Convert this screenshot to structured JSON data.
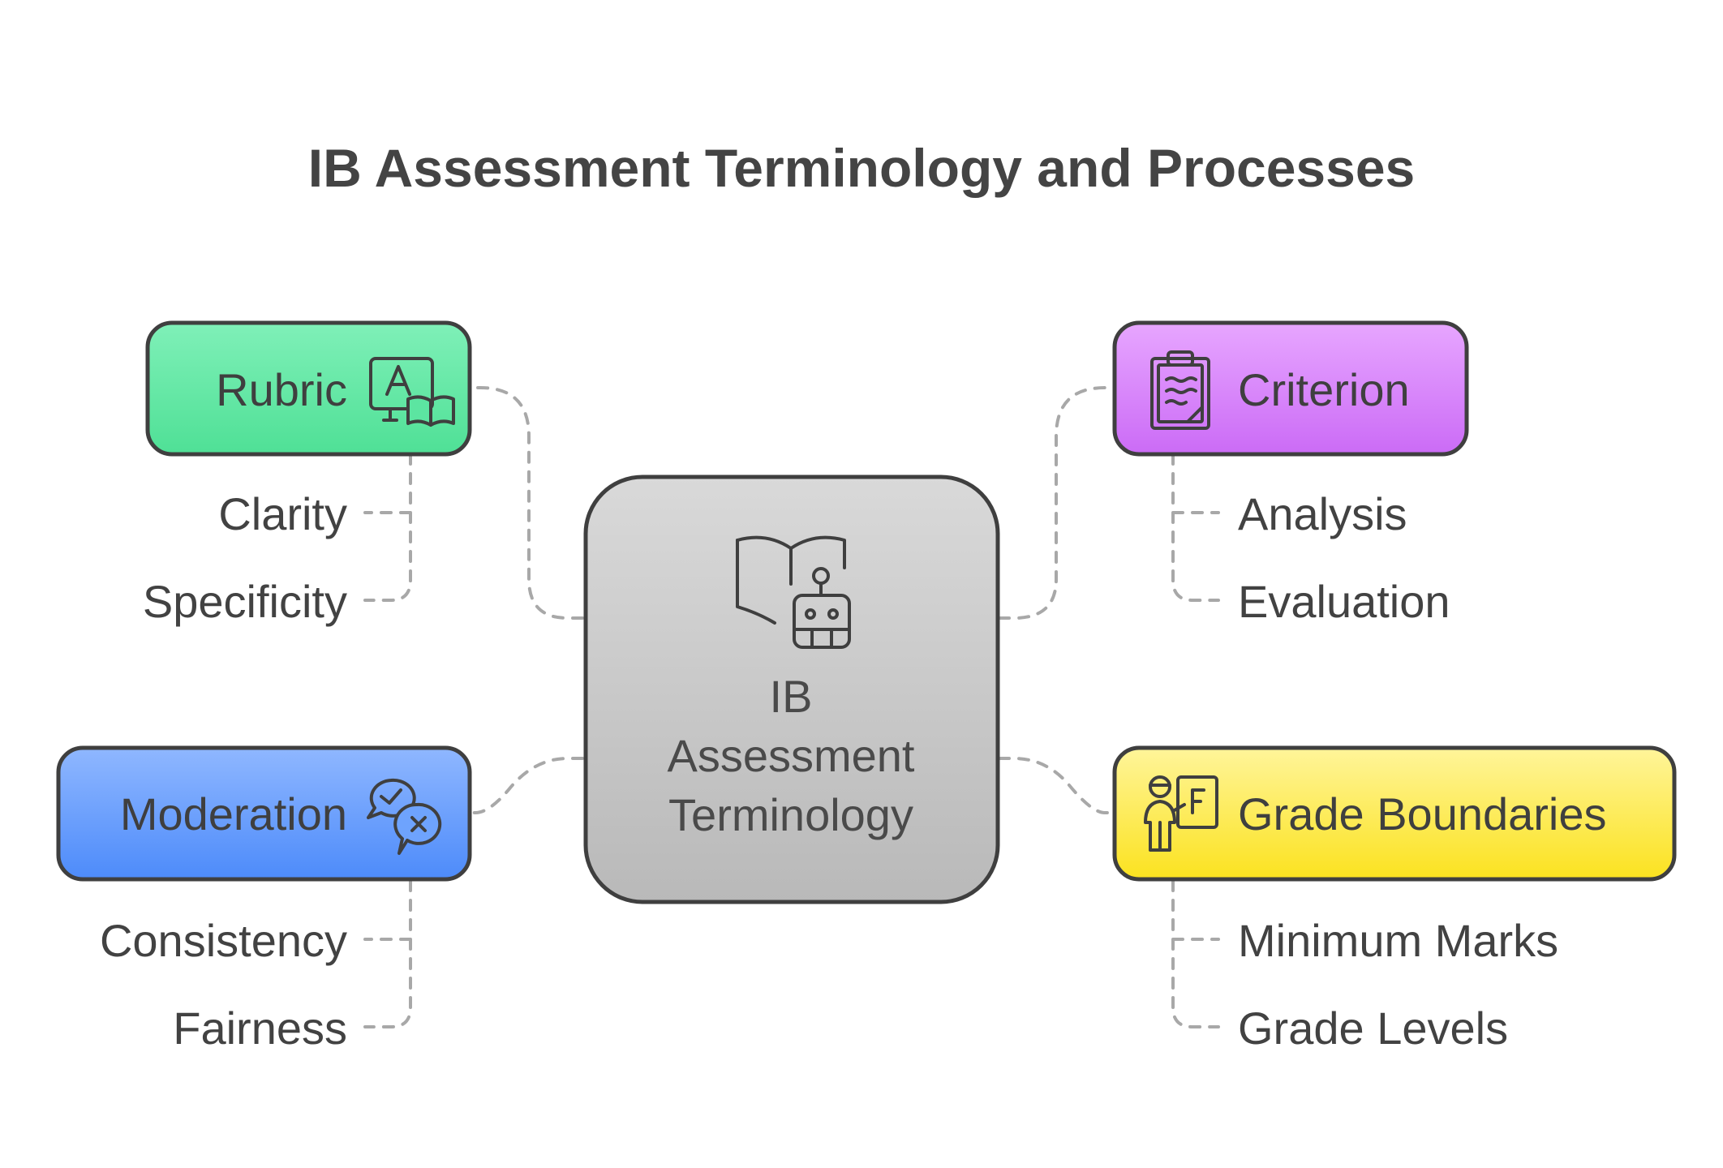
{
  "title": "IB Assessment Terminology and Processes",
  "center": {
    "lines": [
      "IB",
      "Assessment",
      "Terminology"
    ],
    "icon": "book-robot-icon",
    "color_top": "#d9d9d9",
    "color_bottom": "#b9b9b9"
  },
  "nodes": {
    "rubric": {
      "label": "Rubric",
      "icon": "translate-book-icon",
      "color_top": "#7ff0b8",
      "color_bottom": "#4fe096",
      "children": [
        "Clarity",
        "Specificity"
      ]
    },
    "criterion": {
      "label": "Criterion",
      "icon": "clipboard-icon",
      "color_top": "#e7a6ff",
      "color_bottom": "#cb6bf6",
      "children": [
        "Analysis",
        "Evaluation"
      ]
    },
    "moderation": {
      "label": "Moderation",
      "icon": "chat-check-x-icon",
      "color_top": "#8fb7ff",
      "color_bottom": "#4d8bfa",
      "children": [
        "Consistency",
        "Fairness"
      ]
    },
    "grade_boundaries": {
      "label": "Grade Boundaries",
      "icon": "teacher-board-icon",
      "color_top": "#fff59a",
      "color_bottom": "#fbe21f",
      "children": [
        "Minimum Marks",
        "Grade Levels"
      ]
    }
  }
}
